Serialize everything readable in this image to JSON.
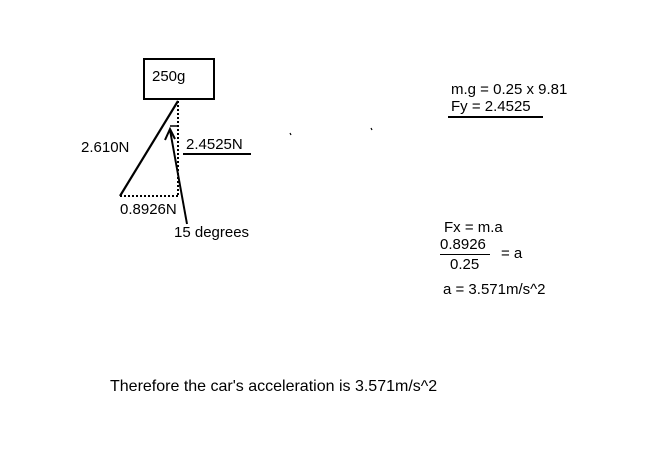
{
  "diagram": {
    "mass_label": "250g",
    "hyp_label": "2.610N",
    "vertical_label": "2.4525N",
    "horizontal_label": "0.8926N",
    "angle_label": "15 degrees"
  },
  "calc_weight": {
    "line1": "m.g = 0.25 x 9.81",
    "line2": "Fy = 2.4525"
  },
  "calc_accel": {
    "line1": "Fx = m.a",
    "numerator": "0.8926",
    "equals": "= a",
    "denominator": "0.25",
    "result": "a = 3.571m/s^2"
  },
  "conclusion": "Therefore the car's acceleration is 3.571m/s^2"
}
